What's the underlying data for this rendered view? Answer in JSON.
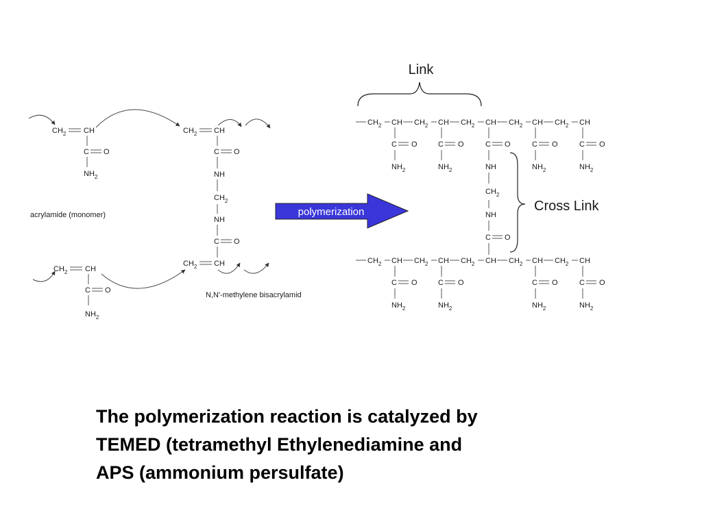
{
  "groups": {
    "ch": "CH",
    "ch2_base": "CH",
    "sub2": "2",
    "c": "C",
    "o": "O",
    "nh": "NH",
    "nh2_base": "NH"
  },
  "labels": {
    "acrylamide": "acrylamide (monomer)",
    "bisacrylamide": "N,N'-methylene bisacrylamid",
    "polymerization": "polymerization",
    "link": "Link",
    "cross_link": "Cross Link"
  },
  "caption": {
    "line1": "The polymerization reaction is catalyzed by",
    "line2": "TEMED (tetramethyl Ethylenediamine and",
    "line3": "APS (ammonium persulfate)"
  },
  "colors": {
    "arrow_fill": "#3a36d9",
    "arrow_text": "#ffffff"
  }
}
